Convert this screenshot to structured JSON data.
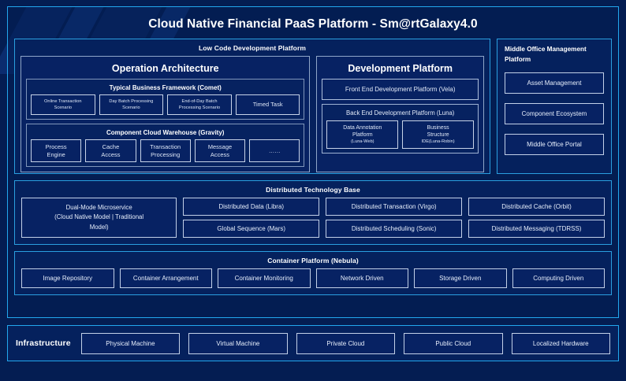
{
  "main_title": "Cloud Native Financial PaaS Platform - Sm@rtGalaxy4.0",
  "low_code": {
    "title": "Low Code Development Platform",
    "operation_architecture": {
      "title": "Operation Architecture",
      "groups": [
        {
          "title": "Typical Business Framework (Comet)",
          "items": [
            {
              "line1": "Online Transaction",
              "line2": "Scenario"
            },
            {
              "line1": "Day Batch Processing",
              "line2": "Scenario"
            },
            {
              "line1": "End-of-Day Batch",
              "line2": "Processing Scenario"
            },
            {
              "line1": "Timed Task",
              "line2": ""
            }
          ]
        },
        {
          "title": "Component Cloud Warehouse (Gravity)",
          "items": [
            {
              "line1": "Process",
              "line2": "Engine"
            },
            {
              "line1": "Cache",
              "line2": "Access"
            },
            {
              "line1": "Transaction",
              "line2": "Processing"
            },
            {
              "line1": "Message",
              "line2": "Access"
            },
            {
              "line1": "……",
              "line2": ""
            }
          ]
        }
      ]
    },
    "development_platform": {
      "title": "Development Platform",
      "front_end": "Front End Development Platform (Vela)",
      "back_end": {
        "title": "Back End Development Platform (Luna)",
        "items": [
          {
            "line1": "Data Annotation",
            "line2": "Platform",
            "line3": "(Luna-Web)"
          },
          {
            "line1": "Business",
            "line2": "Structure",
            "line3": "IDE(Luna-Robin)"
          }
        ]
      }
    }
  },
  "middle_office": {
    "title": "Middle Office Management Platform",
    "items": [
      "Asset Management",
      "Component Ecosystem",
      "Middle Office Portal"
    ]
  },
  "distributed_technology_base": {
    "title": "Distributed Technology Base",
    "highlight": {
      "line1": "Dual-Mode Microservice",
      "line2": "(Cloud Native Model | Traditional",
      "line3": "Model)"
    },
    "columns": [
      [
        "Distributed Data (Libra)",
        "Global Sequence (Mars)"
      ],
      [
        "Distributed Transaction (Virgo)",
        "Distributed Scheduling (Sonic)"
      ],
      [
        "Distributed Cache (Orbit)",
        "Distributed Messaging (TDRSS)"
      ]
    ]
  },
  "container_platform": {
    "title": "Container Platform (Nebula)",
    "items": [
      "Image Repository",
      "Container Arrangement",
      "Container Monitoring",
      "Network Driven",
      "Storage Driven",
      "Computing Driven"
    ]
  },
  "infrastructure": {
    "label": "Infrastructure",
    "items": [
      "Physical Machine",
      "Virtual Machine",
      "Private Cloud",
      "Public Cloud",
      "Localized Hardware"
    ]
  },
  "colors": {
    "background": "#041d52",
    "accent_border": "#22a7ee",
    "panel_background": "#05215d",
    "box_border": "#c2d0e8",
    "text": "#ffffff"
  }
}
